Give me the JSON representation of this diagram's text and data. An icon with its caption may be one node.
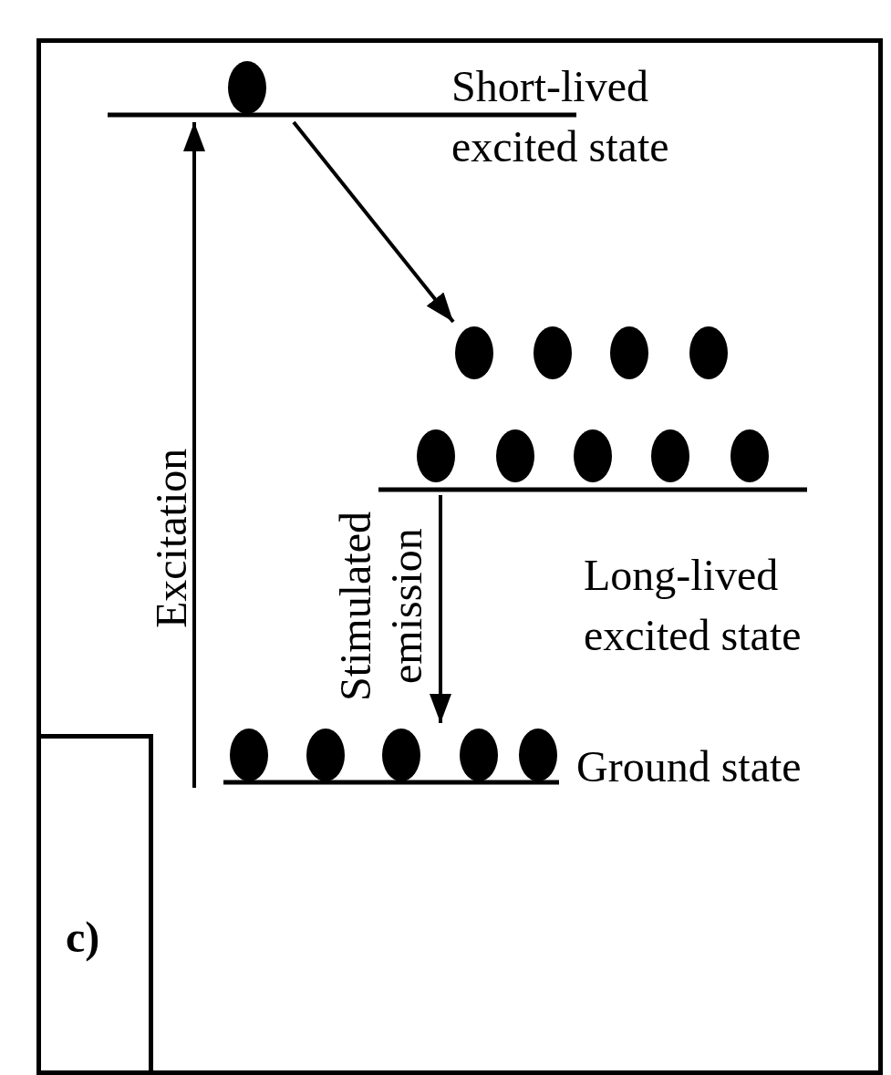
{
  "diagram": {
    "nodes": [
      {
        "text": [],
        "shape": "line",
        "beside": [
          "Short-lived excited state"
        ]
      },
      {
        "text": [],
        "shape": "line",
        "beside": [
          "Long-lived excited state"
        ]
      },
      {
        "text": [],
        "shape": "line",
        "beside": [
          "Ground state"
        ]
      }
    ],
    "edges": [
      {
        "from": 2,
        "to": 0,
        "arrow": "to",
        "label": "Excitation"
      },
      {
        "from": 0,
        "to": 1,
        "arrow": "to"
      },
      {
        "from": 1,
        "to": 2,
        "arrow": "to",
        "label": "Stimulated emission"
      }
    ],
    "labels": [
      "c)"
    ]
  }
}
